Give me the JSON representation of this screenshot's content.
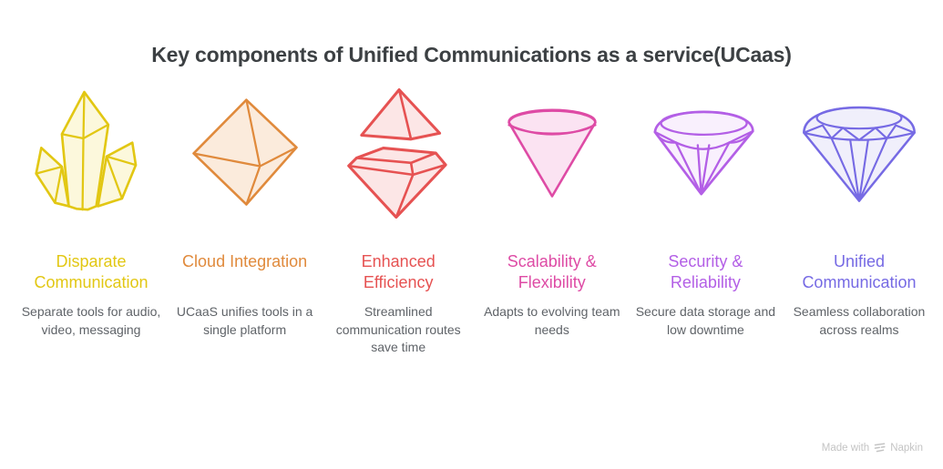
{
  "header": {
    "title": "Key components of Unified Communications as a service(UCaas)"
  },
  "items": [
    {
      "title": "Disparate Communication",
      "description": "Separate tools for audio, video, messaging",
      "icon": "crystal-cluster",
      "accent_color": "#E2C713",
      "fill_color": "#FCF8DC"
    },
    {
      "title": "Cloud Integration",
      "description": "UCaaS unifies tools in a single platform",
      "icon": "octahedron",
      "accent_color": "#E08A3C",
      "fill_color": "#FBEBDC"
    },
    {
      "title": "Enhanced Efficiency",
      "description": "Streamlined communication routes save time",
      "icon": "split-diamond",
      "accent_color": "#E65252",
      "fill_color": "#FCE6E6"
    },
    {
      "title": "Scalability & Flexibility",
      "description": "Adapts to evolving team needs",
      "icon": "cone-diamond",
      "accent_color": "#DE4BA5",
      "fill_color": "#FBE3F2"
    },
    {
      "title": "Security & Reliability",
      "description": "Secure data storage and low downtime",
      "icon": "crown-diamond",
      "accent_color": "#B35FE6",
      "fill_color": "#F9F0FD"
    },
    {
      "title": "Unified Communication",
      "description": "Seamless collaboration across realms",
      "icon": "brilliant-diamond",
      "accent_color": "#766AE4",
      "fill_color": "#F0EFFB"
    }
  ],
  "watermark": {
    "prefix": "Made with",
    "brand": "Napkin"
  }
}
